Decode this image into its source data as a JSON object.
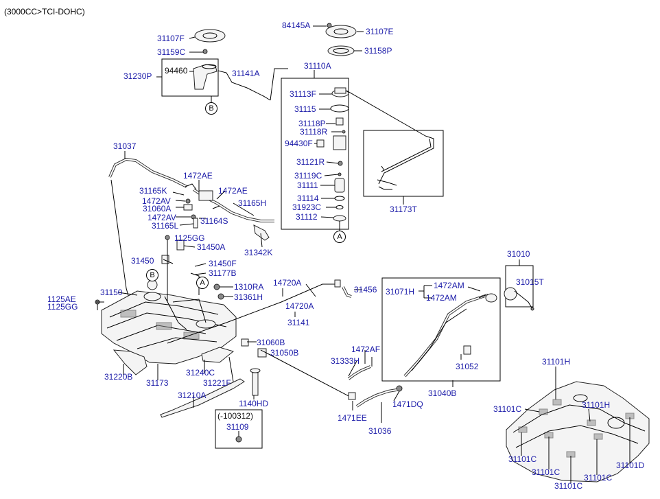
{
  "header": "(3000CC>TCI-DOHC)",
  "markers": {
    "A": "A",
    "B": "B"
  },
  "labels": [
    {
      "id": "84145A",
      "text": "84145A"
    },
    {
      "id": "31107E",
      "text": "31107E"
    },
    {
      "id": "31158P",
      "text": "31158P"
    },
    {
      "id": "31107F",
      "text": "31107F"
    },
    {
      "id": "31159C",
      "text": "31159C"
    },
    {
      "id": "31230P",
      "text": "31230P"
    },
    {
      "id": "94460",
      "text": "94460"
    },
    {
      "id": "31141A",
      "text": "31141A"
    },
    {
      "id": "31110A",
      "text": "31110A"
    },
    {
      "id": "31113F",
      "text": "31113F"
    },
    {
      "id": "31115",
      "text": "31115"
    },
    {
      "id": "31118P",
      "text": "31118P"
    },
    {
      "id": "31118R",
      "text": "31118R"
    },
    {
      "id": "94430F",
      "text": "94430F"
    },
    {
      "id": "31121R",
      "text": "31121R"
    },
    {
      "id": "31119C",
      "text": "31119C"
    },
    {
      "id": "31111",
      "text": "31111"
    },
    {
      "id": "31114",
      "text": "31114"
    },
    {
      "id": "31923C",
      "text": "31923C"
    },
    {
      "id": "31112",
      "text": "31112"
    },
    {
      "id": "31173T",
      "text": "31173T"
    },
    {
      "id": "31037",
      "text": "31037"
    },
    {
      "id": "1472AE_a",
      "text": "1472AE"
    },
    {
      "id": "1472AE_b",
      "text": "1472AE"
    },
    {
      "id": "31165K",
      "text": "31165K"
    },
    {
      "id": "1472AV_a",
      "text": "1472AV"
    },
    {
      "id": "31060A",
      "text": "31060A"
    },
    {
      "id": "1472AV_b",
      "text": "1472AV"
    },
    {
      "id": "31165L",
      "text": "31165L"
    },
    {
      "id": "31164S",
      "text": "31164S"
    },
    {
      "id": "31165H",
      "text": "31165H"
    },
    {
      "id": "31342K",
      "text": "31342K"
    },
    {
      "id": "1125GG_a",
      "text": "1125GG"
    },
    {
      "id": "31450A",
      "text": "31450A"
    },
    {
      "id": "31450",
      "text": "31450"
    },
    {
      "id": "31450F",
      "text": "31450F"
    },
    {
      "id": "31177B",
      "text": "31177B"
    },
    {
      "id": "1310RA",
      "text": "1310RA"
    },
    {
      "id": "31361H",
      "text": "31361H"
    },
    {
      "id": "14720A_a",
      "text": "14720A"
    },
    {
      "id": "14720A_b",
      "text": "14720A"
    },
    {
      "id": "31141",
      "text": "31141"
    },
    {
      "id": "31456",
      "text": "31456"
    },
    {
      "id": "31150",
      "text": "31150"
    },
    {
      "id": "1125AE",
      "text": "1125AE"
    },
    {
      "id": "1125GG_b",
      "text": "1125GG"
    },
    {
      "id": "31060B",
      "text": "31060B"
    },
    {
      "id": "31050B",
      "text": "31050B"
    },
    {
      "id": "31220B",
      "text": "31220B"
    },
    {
      "id": "31173",
      "text": "31173"
    },
    {
      "id": "31240C",
      "text": "31240C"
    },
    {
      "id": "31221F",
      "text": "31221F"
    },
    {
      "id": "31210A",
      "text": "31210A"
    },
    {
      "id": "1140HD",
      "text": "1140HD"
    },
    {
      "id": "serial",
      "text": "(-100312)"
    },
    {
      "id": "31109",
      "text": "31109"
    },
    {
      "id": "1472AF",
      "text": "1472AF"
    },
    {
      "id": "31333H",
      "text": "31333H"
    },
    {
      "id": "1471EE",
      "text": "1471EE"
    },
    {
      "id": "31036",
      "text": "31036"
    },
    {
      "id": "1471DQ",
      "text": "1471DQ"
    },
    {
      "id": "31040B",
      "text": "31040B"
    },
    {
      "id": "31052",
      "text": "31052"
    },
    {
      "id": "31071H",
      "text": "31071H"
    },
    {
      "id": "1472AM_a",
      "text": "1472AM"
    },
    {
      "id": "1472AM_b",
      "text": "1472AM"
    },
    {
      "id": "31010",
      "text": "31010"
    },
    {
      "id": "31015T",
      "text": "31015T"
    },
    {
      "id": "31101H_a",
      "text": "31101H"
    },
    {
      "id": "31101H_b",
      "text": "31101H"
    },
    {
      "id": "31101C_a",
      "text": "31101C"
    },
    {
      "id": "31101C_b",
      "text": "31101C"
    },
    {
      "id": "31101C_c",
      "text": "31101C"
    },
    {
      "id": "31101C_d",
      "text": "31101C"
    },
    {
      "id": "31101C_e",
      "text": "31101C"
    },
    {
      "id": "31101D",
      "text": "31101D"
    }
  ]
}
